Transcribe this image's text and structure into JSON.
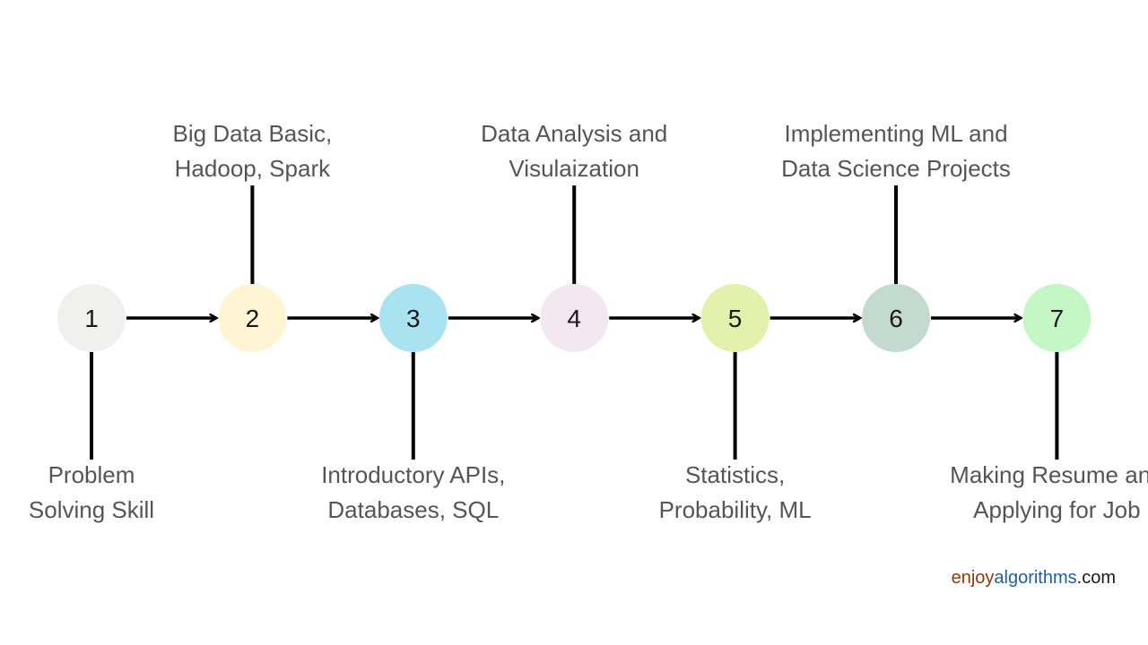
{
  "steps": [
    {
      "number": "1",
      "label_lines": [
        "Problem",
        "Solving Skill"
      ],
      "label_position": "below",
      "color": "#f0f0ef"
    },
    {
      "number": "2",
      "label_lines": [
        "Big Data Basic,",
        "Hadoop, Spark"
      ],
      "label_position": "above",
      "color": "#fff4d4"
    },
    {
      "number": "3",
      "label_lines": [
        "Introductory APIs,",
        "Databases, SQL"
      ],
      "label_position": "below",
      "color": "#a9e2f0"
    },
    {
      "number": "4",
      "label_lines": [
        "Data Analysis and",
        "Visulaization"
      ],
      "label_position": "above",
      "color": "#f3e7f1"
    },
    {
      "number": "5",
      "label_lines": [
        "Statistics,",
        "Probability, ML"
      ],
      "label_position": "below",
      "color": "#e2f2ad"
    },
    {
      "number": "6",
      "label_lines": [
        "Implementing ML and",
        "Data Science Projects"
      ],
      "label_position": "above",
      "color": "#c2dad0"
    },
    {
      "number": "7",
      "label_lines": [
        "Making Resume and",
        "Applying for Job"
      ],
      "label_position": "below",
      "color": "#c4f6c6"
    }
  ],
  "brand": {
    "part1": "enjoy",
    "part2": "algorithms",
    "part3": ".com",
    "color1": "#8b3a0e",
    "color2": "#1f5f99",
    "color3": "#1a1a1a"
  },
  "colors": {
    "line": "#000000",
    "label_text": "#555555",
    "number_text": "#1a1a1a"
  }
}
